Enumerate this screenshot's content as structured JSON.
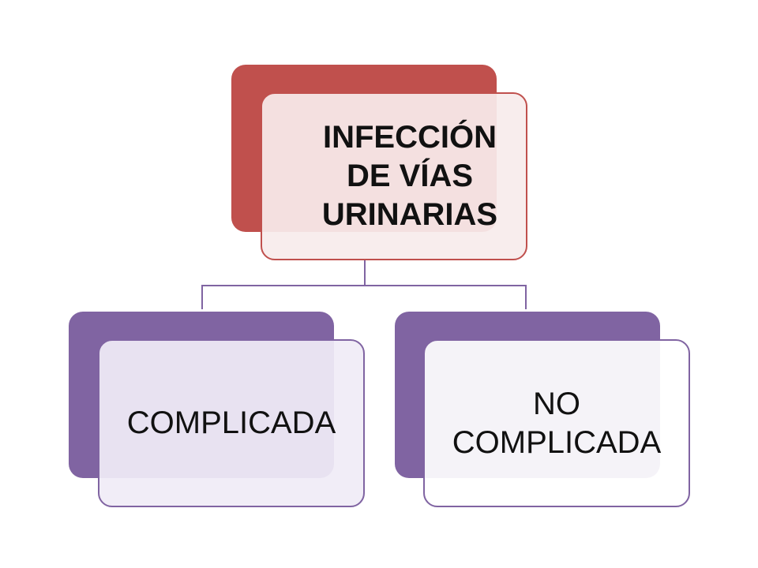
{
  "colors": {
    "root_accent": "#c0504d",
    "child_accent": "#8064a2",
    "connector": "#8064a2"
  },
  "diagram": {
    "root": {
      "label": "INFECCIÓN DE VÍAS URINARIAS"
    },
    "children": [
      {
        "label": "COMPLICADA"
      },
      {
        "label": "NO COMPLICADA"
      }
    ]
  }
}
